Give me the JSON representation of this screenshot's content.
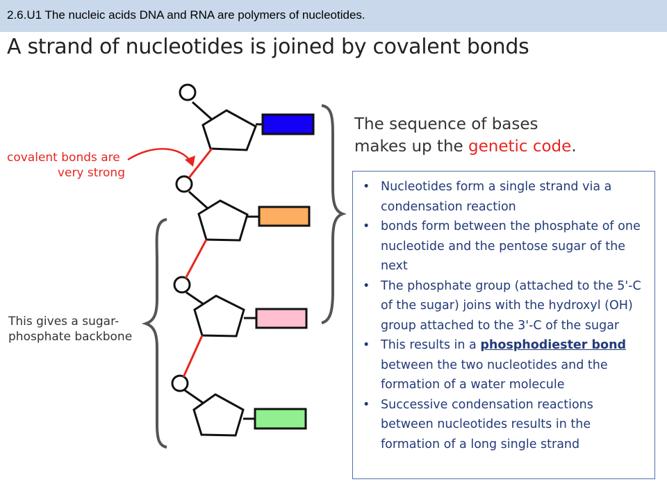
{
  "header": {
    "text": "2.6.U1 The nucleic acids DNA and RNA are polymers of nucleotides."
  },
  "title": "A strand of nucleotides is joined by covalent bonds",
  "labels": {
    "covalent_line1": "covalent bonds are",
    "covalent_line2": "very strong",
    "backbone_line1": "This gives a sugar-",
    "backbone_line2": "phosphate backbone",
    "sequence_line1": "The sequence of bases",
    "sequence_line2_a": "makes up the ",
    "sequence_line2_b": "genetic code",
    "sequence_line2_c": "."
  },
  "colors": {
    "covalent_bond": "#e8251f",
    "base_1": "#1400f5",
    "base_2": "#ffad60",
    "base_3": "#ffbfd1",
    "base_4": "#90f08f"
  },
  "bullets": {
    "b1": "Nucleotides form a single strand via a condensation reaction",
    "b2": "bonds form between the phosphate of one nucleotide and the pentose sugar of the next",
    "b3": "The phosphate group (attached to the 5'-C of the sugar) joins with the hydroxyl (OH) group attached to the 3'-C of the sugar",
    "b4_pre": "This results in a ",
    "b4_link": "phosphodiester bond",
    "b4_post": " between the two nucleotides and the formation of a water molecule",
    "b5": "Successive condensation reactions between nucleotides results in the formation of a long single strand"
  }
}
